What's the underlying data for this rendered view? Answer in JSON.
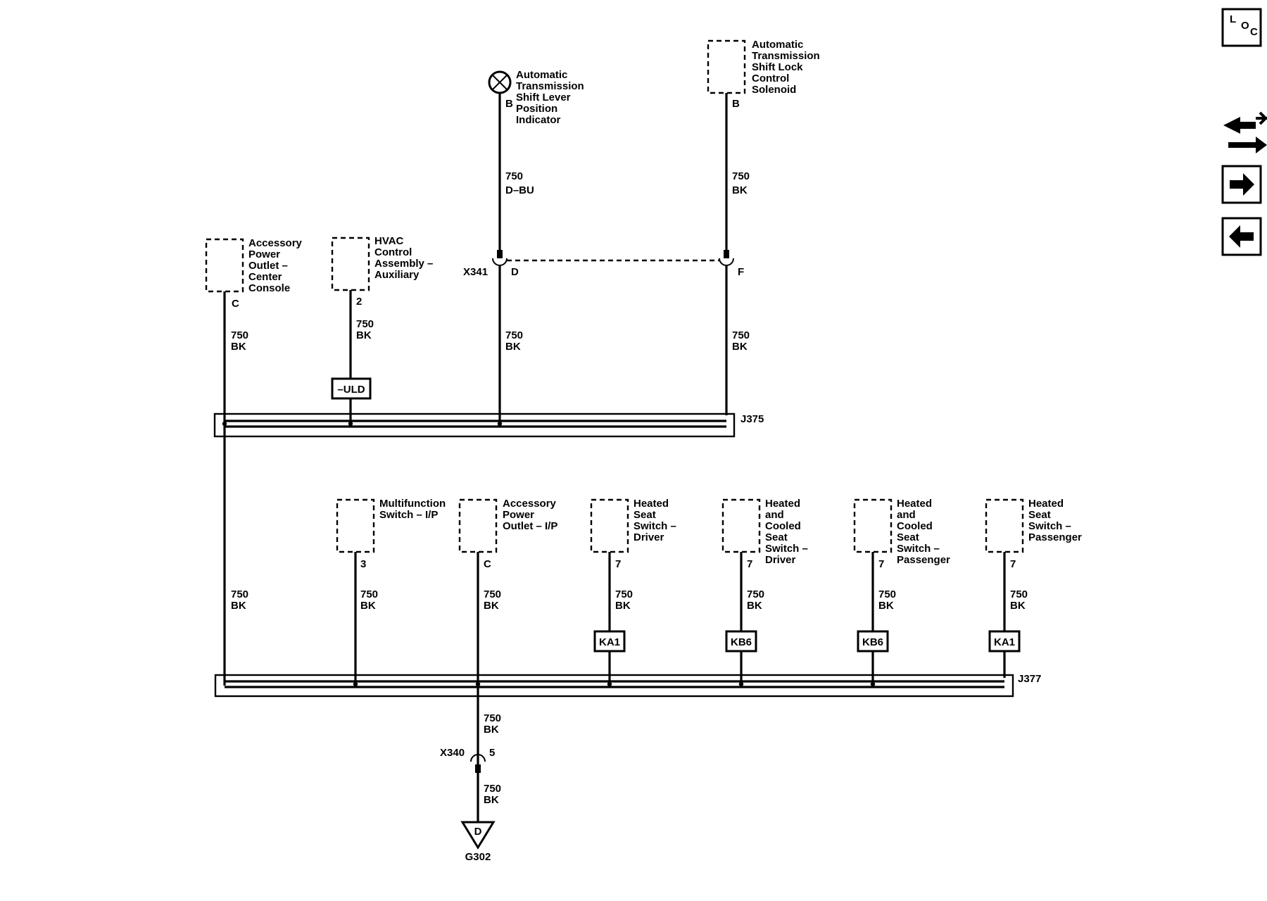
{
  "components": {
    "indicator": {
      "name_lines": [
        "Automatic",
        "Transmission",
        "Shift Lever",
        "Position",
        "Indicator"
      ],
      "pin": "B"
    },
    "solenoid": {
      "name_lines": [
        "Automatic",
        "Transmission",
        "Shift Lock",
        "Control",
        "Solenoid"
      ],
      "pin": "B"
    },
    "apo_console": {
      "name_lines": [
        "Accessory",
        "Power",
        "Outlet –",
        "Center",
        "Console"
      ],
      "pin": "C"
    },
    "hvac": {
      "name_lines": [
        "HVAC",
        "Control",
        "Assembly –",
        "Auxiliary"
      ],
      "pin": "2"
    },
    "multifunction": {
      "name_lines": [
        "Multifunction",
        "Switch – I/P"
      ],
      "pin": "3"
    },
    "apo_ip": {
      "name_lines": [
        "Accessory",
        "Power",
        "Outlet – I/P"
      ],
      "pin": "C"
    },
    "heated_driver": {
      "name_lines": [
        "Heated",
        "Seat",
        "Switch –",
        "Driver"
      ],
      "pin": "7"
    },
    "hc_driver": {
      "name_lines": [
        "Heated",
        "and",
        "Cooled",
        "Seat",
        "Switch –",
        "Driver"
      ],
      "pin": "7"
    },
    "hc_passenger": {
      "name_lines": [
        "Heated",
        "and",
        "Cooled",
        "Seat",
        "Switch –",
        "Passenger"
      ],
      "pin": "7"
    },
    "heated_passenger": {
      "name_lines": [
        "Heated",
        "Seat",
        "Switch –",
        "Passenger"
      ],
      "pin": "7"
    }
  },
  "wires": {
    "indicator": [
      "750",
      "D–BU"
    ],
    "solenoid": [
      "750",
      "BK"
    ],
    "x341_d_down": [
      "750",
      "BK"
    ],
    "x341_f_down": [
      "750",
      "BK"
    ],
    "apo_console": [
      "750",
      "BK"
    ],
    "hvac": [
      "750",
      "BK"
    ],
    "j375_j377": [
      "750",
      "BK"
    ],
    "multifunction": [
      "750",
      "BK"
    ],
    "apo_ip": [
      "750",
      "BK"
    ],
    "heated_driver": [
      "750",
      "BK"
    ],
    "hc_driver": [
      "750",
      "BK"
    ],
    "hc_passenger": [
      "750",
      "BK"
    ],
    "heated_passenger": [
      "750",
      "BK"
    ],
    "j377_x340": [
      "750",
      "BK"
    ],
    "x340_g302": [
      "750",
      "BK"
    ]
  },
  "connectors": {
    "x341": {
      "name": "X341",
      "pin_left": "D",
      "pin_right": "F"
    },
    "x340": {
      "name": "X340",
      "pin": "5"
    }
  },
  "options": {
    "uld": "–ULD",
    "ka1_left": "KA1",
    "kb6_left": "KB6",
    "kb6_right": "KB6",
    "ka1_right": "KA1"
  },
  "splices": {
    "j375": "J375",
    "j377": "J377"
  },
  "ground": {
    "symbol": "D",
    "name": "G302"
  },
  "nav": {
    "loc_letters": [
      "L",
      "O",
      "C"
    ],
    "icons": [
      "swap-icon",
      "arrow-right-icon",
      "arrow-left-icon"
    ]
  }
}
